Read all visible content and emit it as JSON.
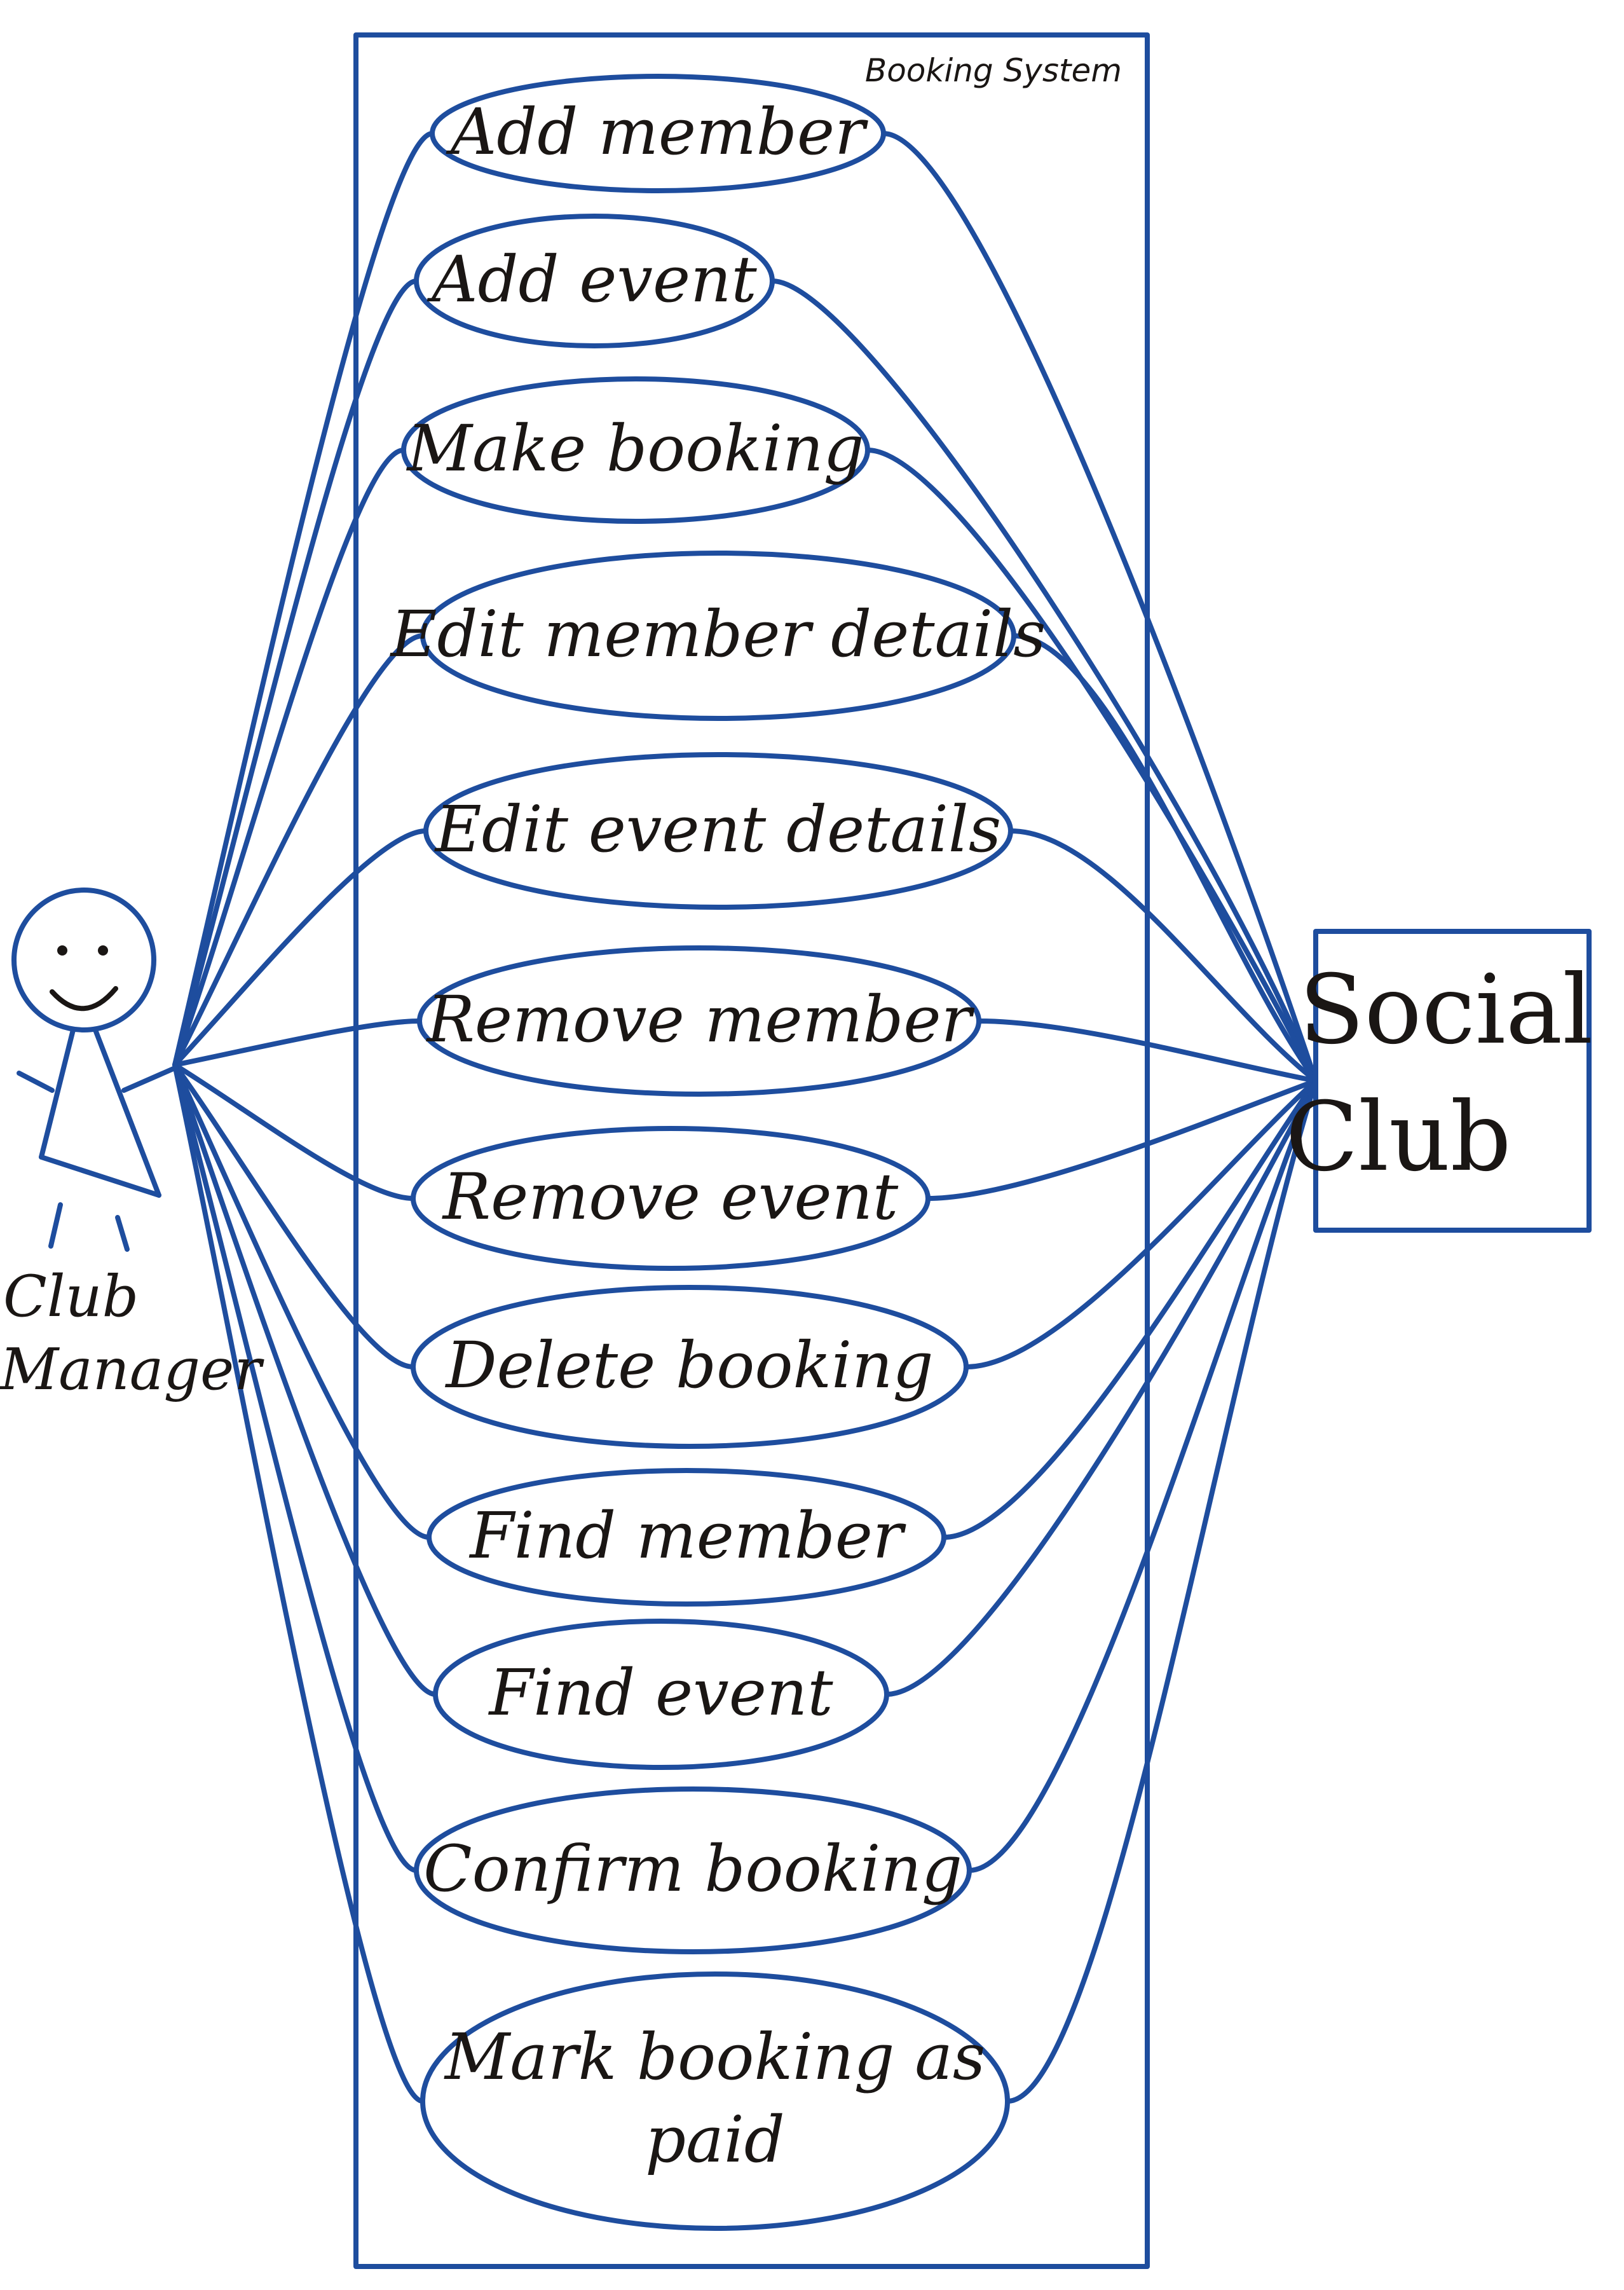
{
  "system": {
    "title": "Booking System"
  },
  "actors": {
    "primary": {
      "line1": "Club",
      "line2": "Manager",
      "icon": "stick-figure-icon"
    },
    "secondary": {
      "line1": "Social",
      "line2": "Club"
    }
  },
  "use_cases": [
    {
      "label": "Add member"
    },
    {
      "label": "Add event"
    },
    {
      "label": "Make booking"
    },
    {
      "label": "Edit member details"
    },
    {
      "label": "Edit event details"
    },
    {
      "label": "Remove member"
    },
    {
      "label": "Remove event"
    },
    {
      "label": "Delete booking"
    },
    {
      "label": "Find member"
    },
    {
      "label": "Find event"
    },
    {
      "label": "Confirm booking"
    },
    {
      "label": "Mark booking as",
      "label2": "paid"
    }
  ],
  "colors": {
    "ink": "#1e4d9e",
    "text": "#1a1614",
    "background": "#ffffff"
  }
}
